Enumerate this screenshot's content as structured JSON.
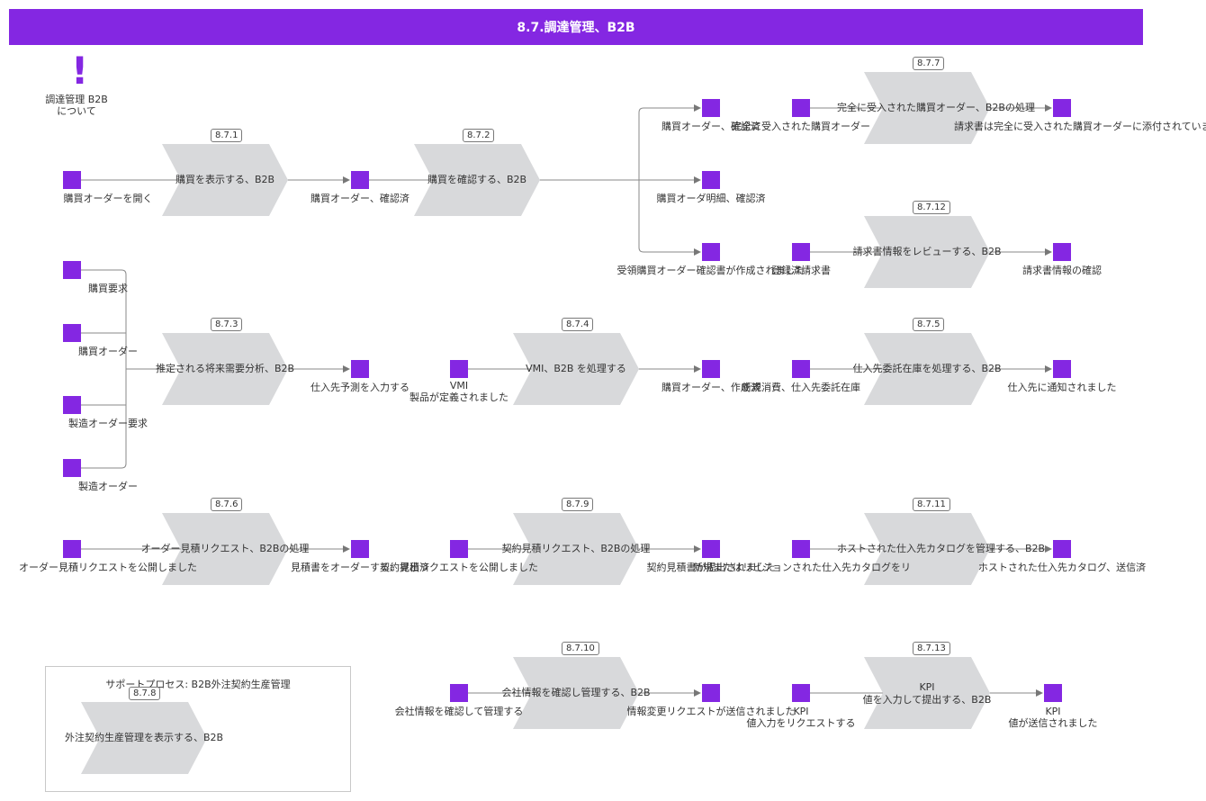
{
  "header": {
    "title": "8.7.調達管理、B2B"
  },
  "about": {
    "mark": "!",
    "label": "調達管理 B2B\nについて"
  },
  "support": {
    "title": "サポートプロセス: B2B外注契約生産管理",
    "process": {
      "id": "8.7.8",
      "label": "外注契約生産管理を表示する、B2B"
    }
  },
  "processes": [
    {
      "id": "8.7.1",
      "label": "購買を表示する、B2B"
    },
    {
      "id": "8.7.2",
      "label": "購買を確認する、B2B"
    },
    {
      "id": "8.7.7",
      "label": "完全に受入された購買オーダー、B2Bの処理"
    },
    {
      "id": "8.7.12",
      "label": "請求書情報をレビューする、B2B"
    },
    {
      "id": "8.7.3",
      "label": "推定される将来需要分析、B2B"
    },
    {
      "id": "8.7.4",
      "label": "VMI、B2B を処理する"
    },
    {
      "id": "8.7.5",
      "label": "仕入先委託在庫を処理する、B2B"
    },
    {
      "id": "8.7.6",
      "label": "オーダー見積リクエスト、B2Bの処理"
    },
    {
      "id": "8.7.9",
      "label": "契約見積リクエスト、B2Bの処理"
    },
    {
      "id": "8.7.11",
      "label": "ホストされた仕入先カタログを管理する、B2B"
    },
    {
      "id": "8.7.10",
      "label": "会社情報を確認し管理する、B2B"
    },
    {
      "id": "8.7.13",
      "label": "KPI\n値を入力して提出する、B2B"
    }
  ],
  "events": [
    {
      "label": "購買オーダーを開く"
    },
    {
      "label": "購買オーダー、確認済"
    },
    {
      "label": "購買オーダー、確認済"
    },
    {
      "label": "購買オーダ明細、確認済"
    },
    {
      "label": "受領購買オーダー確認書が作成されました"
    },
    {
      "label": "完全に受入された購買オーダー"
    },
    {
      "label": "請求書は完全に受入された購買オーダーに添付されています"
    },
    {
      "label": "登録済請求書"
    },
    {
      "label": "請求書情報の確認"
    },
    {
      "label": "購買要求"
    },
    {
      "label": "購買オーダー"
    },
    {
      "label": "製造オーダー要求"
    },
    {
      "label": "製造オーダー"
    },
    {
      "label": "仕入先予測を入力する"
    },
    {
      "label": "VMI\n製品が定義されました"
    },
    {
      "label": "購買オーダー、作成済"
    },
    {
      "label": "新規消費、仕入先委託在庫"
    },
    {
      "label": "仕入先に通知されました"
    },
    {
      "label": "オーダー見積リクエストを公開しました"
    },
    {
      "label": "見積書をオーダーする、提出済"
    },
    {
      "label": "契約見積リクエストを公開しました"
    },
    {
      "label": "契約見積書が提出されました"
    },
    {
      "label": "新規またはリビジョンされた仕入先カタログをリ"
    },
    {
      "label": "ホストされた仕入先カタログ、送信済"
    },
    {
      "label": "会社情報を確認して管理する"
    },
    {
      "label": "情報変更リクエストが送信されました"
    },
    {
      "label": "KPI\n値入力をリクエストする"
    },
    {
      "label": "KPI\n値が送信されました"
    }
  ]
}
